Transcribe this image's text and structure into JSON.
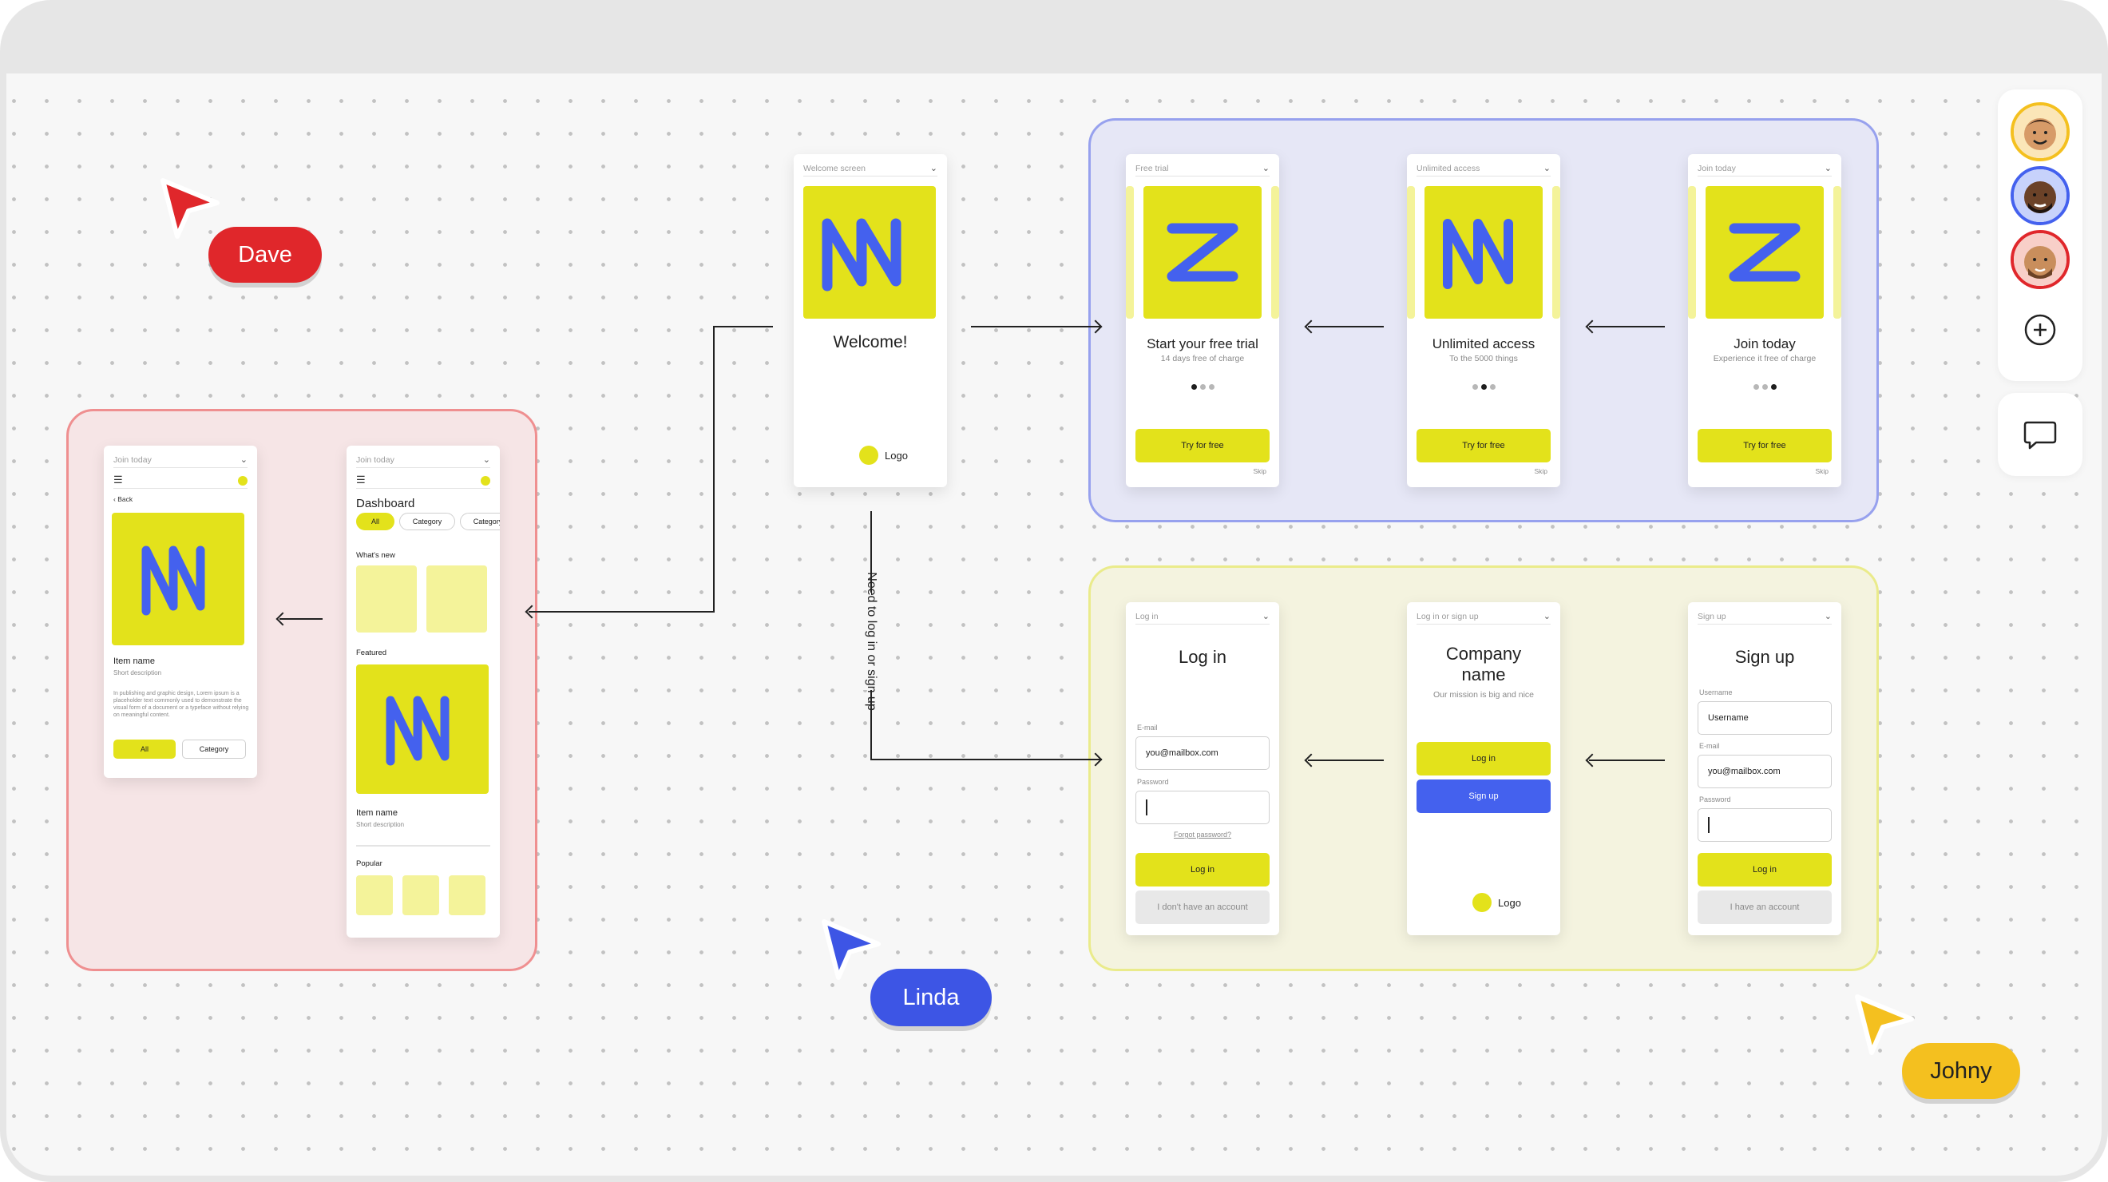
{
  "cursors": {
    "dave": "Dave",
    "linda": "Linda",
    "johny": "Johny"
  },
  "welcome": {
    "header": "Welcome screen",
    "title": "Welcome!",
    "logo": "Logo"
  },
  "flow_label": "Need to log in or sign up",
  "onboarding": [
    {
      "header": "Free trial",
      "title": "Start your free trial",
      "subtitle": "14 days free of charge",
      "cta": "Try for free",
      "skip": "Skip"
    },
    {
      "header": "Unlimited access",
      "title": "Unlimited access",
      "subtitle": "To the 5000 things",
      "cta": "Try for free",
      "skip": "Skip"
    },
    {
      "header": "Join today",
      "title": "Join today",
      "subtitle": "Experience it free of charge",
      "cta": "Try for free",
      "skip": "Skip"
    }
  ],
  "login": {
    "header": "Log in",
    "title": "Log in",
    "email_label": "E-mail",
    "email_value": "you@mailbox.com",
    "password_label": "Password",
    "forgot": "Forgot password?",
    "submit": "Log in",
    "alt": "I don't have an account"
  },
  "choice": {
    "header": "Log in or sign up",
    "title_l1": "Company",
    "title_l2": "name",
    "subtitle": "Our mission is big and nice",
    "login": "Log in",
    "signup": "Sign up",
    "logo": "Logo"
  },
  "signup": {
    "header": "Sign up",
    "title": "Sign up",
    "username_label": "Username",
    "username_value": "Username",
    "email_label": "E-mail",
    "email_value": "you@mailbox.com",
    "password_label": "Password",
    "submit": "Log in",
    "alt": "I have an account"
  },
  "detail": {
    "header": "Join today",
    "back": "Back",
    "item_name": "Item name",
    "item_desc": "Short description",
    "body": "In publishing and graphic design, Lorem ipsum is a placeholder text commonly used to demonstrate the visual form of a document or a typeface without relying on meaningful content.",
    "tag_all": "All",
    "tag_category": "Category"
  },
  "dashboard": {
    "header": "Join today",
    "title": "Dashboard",
    "tags": [
      "All",
      "Category",
      "Category"
    ],
    "whats_new": "What's new",
    "featured": "Featured",
    "item_name": "Item name",
    "item_desc": "Short description",
    "popular": "Popular"
  },
  "colors": {
    "yellow": "#e3e21b",
    "blue": "#4461ee",
    "red": "#e0272b",
    "johny": "#f4c01f"
  }
}
